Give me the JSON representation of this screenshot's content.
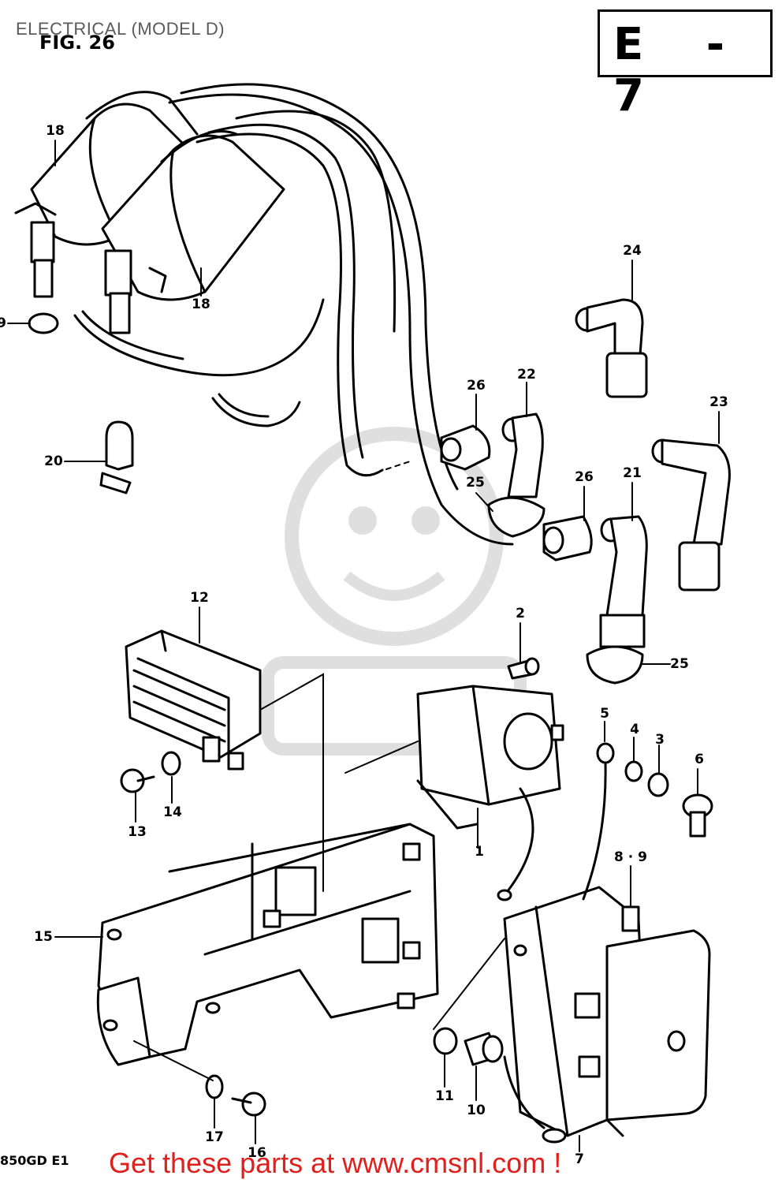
{
  "header": {
    "title": "ELECTRICAL (MODEL D)",
    "figure": "FIG. 26",
    "code": "E - 7"
  },
  "callouts": [
    "1",
    "2",
    "3",
    "4",
    "5",
    "6",
    "7",
    "8 · 9",
    "10",
    "11",
    "12",
    "13",
    "14",
    "15",
    "16",
    "17",
    "18",
    "18",
    "9",
    "20",
    "21",
    "22",
    "23",
    "24",
    "25",
    "25",
    "26",
    "26"
  ],
  "model_code": "850GD E1",
  "footer": {
    "text": "Get these parts at www.cmsnl.com !"
  },
  "colors": {
    "line": "#000000",
    "footer": "#e0201c",
    "title": "#5a5a5a"
  }
}
